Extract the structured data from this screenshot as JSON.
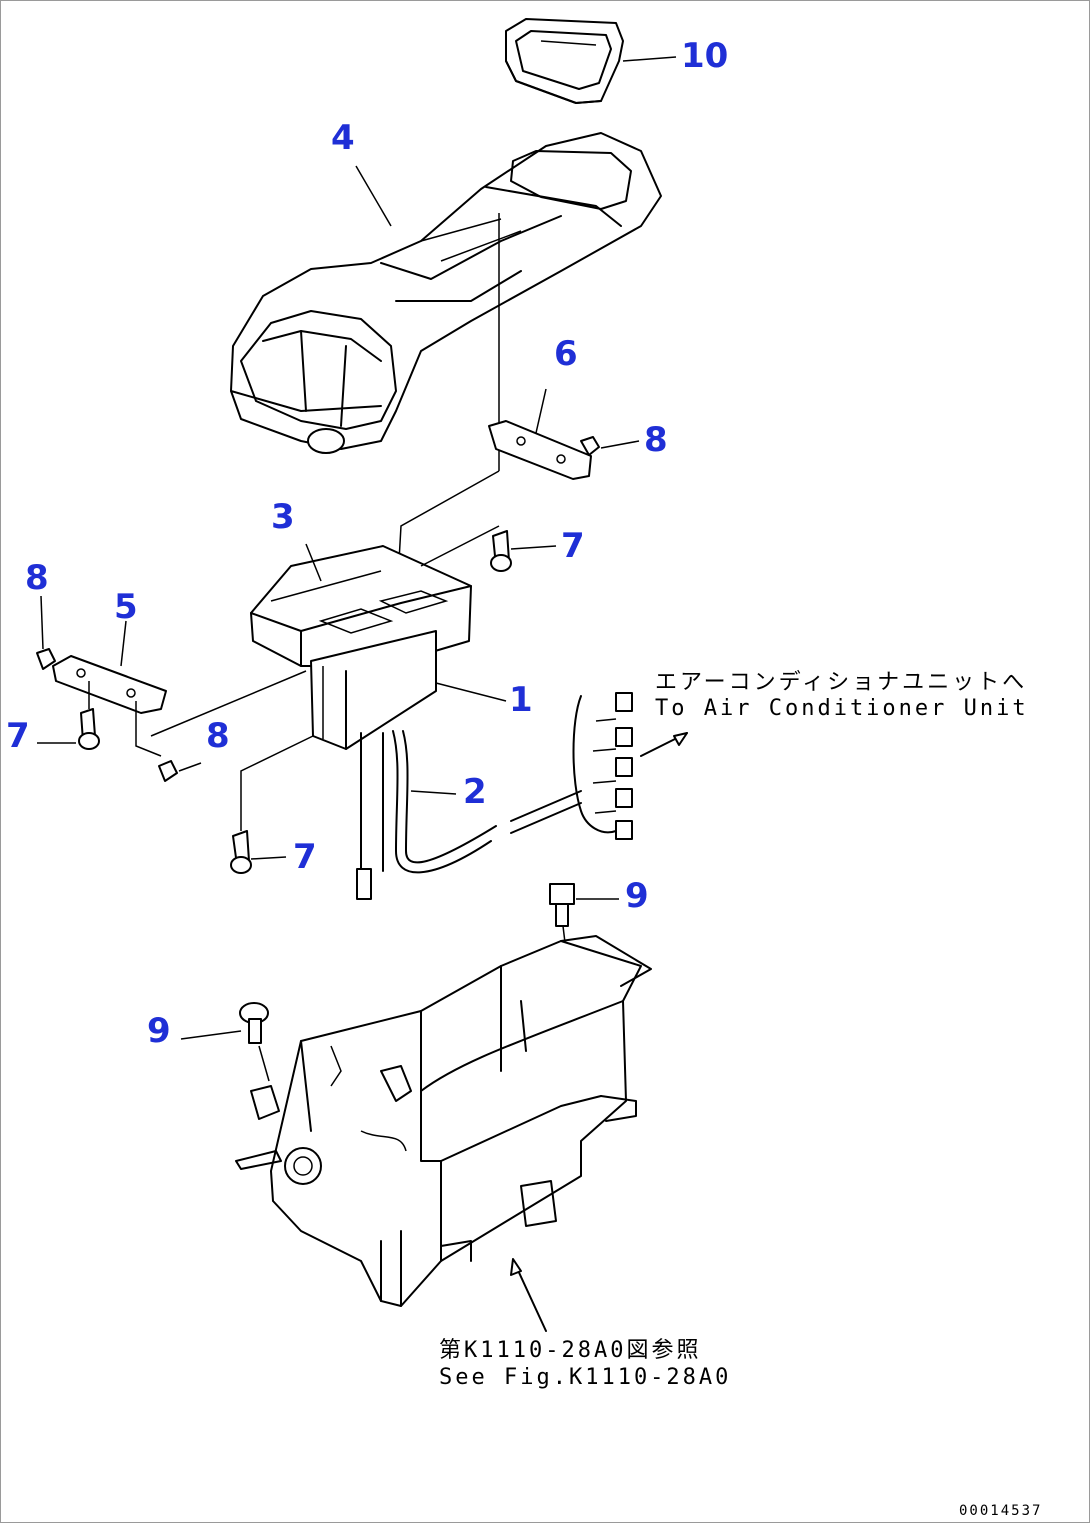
{
  "callouts": [
    {
      "id": "10",
      "label": "10"
    },
    {
      "id": "4",
      "label": "4"
    },
    {
      "id": "6",
      "label": "6"
    },
    {
      "id": "8a",
      "label": "8"
    },
    {
      "id": "3",
      "label": "3"
    },
    {
      "id": "7a",
      "label": "7"
    },
    {
      "id": "8b",
      "label": "8"
    },
    {
      "id": "5",
      "label": "5"
    },
    {
      "id": "1",
      "label": "1"
    },
    {
      "id": "7b",
      "label": "7"
    },
    {
      "id": "8c",
      "label": "8"
    },
    {
      "id": "2",
      "label": "2"
    },
    {
      "id": "7c",
      "label": "7"
    },
    {
      "id": "9a",
      "label": "9"
    },
    {
      "id": "9b",
      "label": "9"
    }
  ],
  "notes": {
    "air_conditioner_jp": "エアーコンディショナユニットへ",
    "air_conditioner_en": "To Air Conditioner Unit",
    "see_fig_jp": "第K1110-28A0図参照",
    "see_fig_en": "See Fig.K1110-28A0"
  },
  "drawing_code": "00014537",
  "colors": {
    "callout": "#1f2fd6",
    "line": "#000000",
    "frame": "#9a9a9a"
  }
}
